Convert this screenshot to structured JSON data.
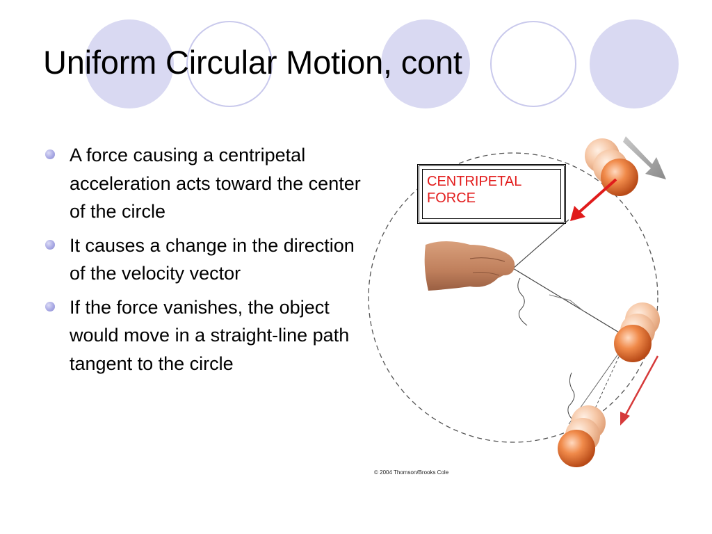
{
  "slide": {
    "title": "Uniform Circular Motion, cont",
    "bullets": [
      "A force causing a centripetal acceleration acts toward the center of the circle",
      "It causes a change in the direction of the velocity vector",
      "If the force vanishes, the object would move in a straight-line path tangent to the circle"
    ]
  },
  "figure": {
    "label": "CENTRIPETAL FORCE",
    "credit": "© 2004 Thomson/Brooks Cole"
  },
  "colors": {
    "decor_circle_fill": "#d9d9f2",
    "bullet_marker": "#a9a9e4",
    "label_text": "#e21b1b",
    "force_arrow": "#e01b1b",
    "ball": "#e8773a"
  },
  "icons": {
    "bullet": "bullet-dot-icon",
    "hand": "hand-icon",
    "ball": "ball-icon",
    "arrow": "arrow-icon"
  }
}
